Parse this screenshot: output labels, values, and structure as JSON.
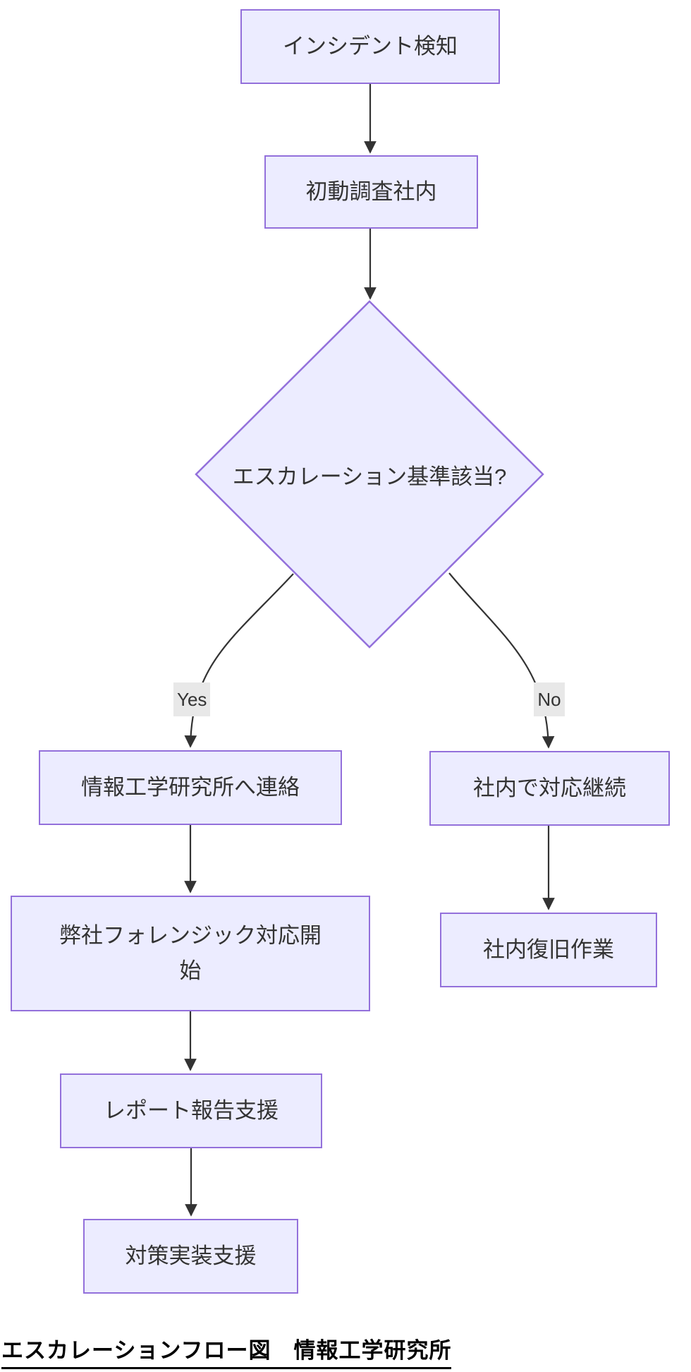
{
  "diagram": {
    "nodes": {
      "incident": {
        "label": "インシデント検知"
      },
      "initial": {
        "label": "初動調査社内"
      },
      "decision": {
        "label": "エスカレーション基準該当?"
      },
      "contact": {
        "label": "情報工学研究所へ連絡"
      },
      "forensic": {
        "line1": "弊社フォレンジック対応開",
        "line2": "始"
      },
      "report": {
        "label": "レポート報告支援"
      },
      "countermeasure": {
        "label": "対策実装支援"
      },
      "continue": {
        "label": "社内で対応継続"
      },
      "recovery": {
        "label": "社内復旧作業"
      }
    },
    "edges": {
      "yes_label": "Yes",
      "no_label": "No"
    },
    "caption": "エスカレーションフロー図　情報工学研究所",
    "colors": {
      "node_fill": "#ECECFF",
      "node_border": "#9370DB",
      "edge": "#333333",
      "edge_label_bg": "#e8e8e8",
      "text": "#333333"
    }
  }
}
